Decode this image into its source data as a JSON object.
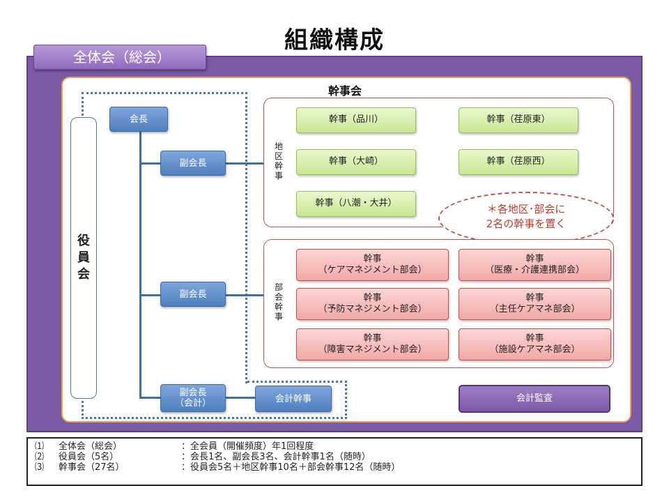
{
  "title": "組織構成",
  "general_meeting": "全体会（総会）",
  "officers_council": [
    "役",
    "員",
    "会"
  ],
  "board_label": "幹事会",
  "chair": "会長",
  "vice_chairs": [
    "副会長",
    "副会長"
  ],
  "vice_chair_treasurer": [
    "副会長",
    "（会計）"
  ],
  "treasurer": "会計幹事",
  "district_label": [
    "地",
    "区",
    "幹",
    "事"
  ],
  "district_secretaries": [
    "幹事（品川）",
    "幹事（荏原東）",
    "幹事（大崎）",
    "幹事（荏原西）",
    "幹事（八潮・大井）"
  ],
  "section_label": [
    "部",
    "会",
    "幹",
    "事"
  ],
  "section_secretaries": [
    {
      "line1": "幹事",
      "line2": "（ケアマネジメント部会）"
    },
    {
      "line1": "幹事",
      "line2": "（医療・介護連携部会）"
    },
    {
      "line1": "幹事",
      "line2": "（予防マネジメント部会）"
    },
    {
      "line1": "幹事",
      "line2": "（主任ケアマネ部会）"
    },
    {
      "line1": "幹事",
      "line2": "（障害マネジメント部会）"
    },
    {
      "line1": "幹事",
      "line2": "（施設ケアマネ部会）"
    }
  ],
  "note": [
    "＊各地区･部会に",
    "2名の幹事を置く"
  ],
  "audit": "会計監査",
  "legend": [
    {
      "num": "⑴",
      "label": "全体会（総会）",
      "desc": "：全会員（開催頻度）年1回程度"
    },
    {
      "num": "⑵",
      "label": "役員会（5名）",
      "desc": "：会長1名、副会長3名、会計幹事1名（随時）"
    },
    {
      "num": "⑶",
      "label": "幹事会（27名）",
      "desc": "：役員会5名＋地区幹事10名＋部会幹事12名（随時）"
    }
  ],
  "colors": {
    "frame": "#7b5aa6",
    "inner_border": "#f0a050",
    "officer_box": "#4f7fbf",
    "district_box": "#c6e78f",
    "section_box": "#f2a8a6",
    "group_border": "#c0504d"
  }
}
